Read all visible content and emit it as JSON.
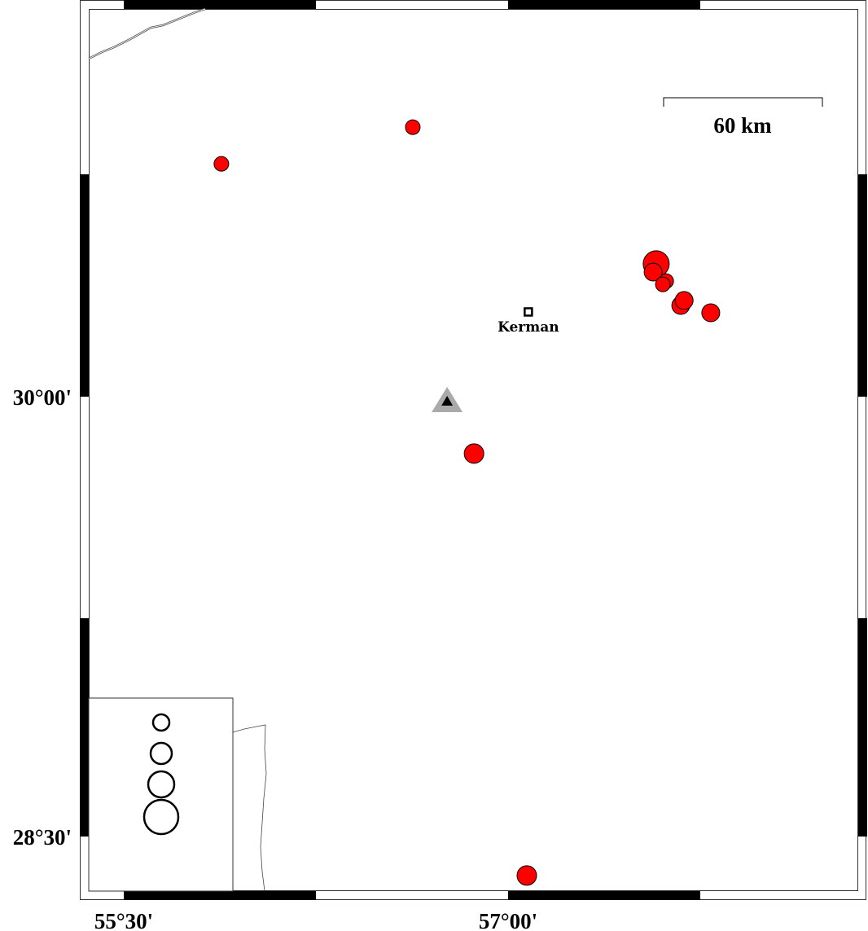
{
  "map": {
    "lon_range": [
      55.33,
      58.33
    ],
    "lat_range": [
      28.36,
      31.38
    ],
    "x_ticks": [
      {
        "lon": 55.5,
        "label": "55°30'"
      },
      {
        "lon": 57.0,
        "label": "57°00'"
      }
    ],
    "y_ticks": [
      {
        "lat": 30.0,
        "label": "30°00'"
      },
      {
        "lat": 28.5,
        "label": "28°30'"
      }
    ],
    "scale_bar": {
      "label": "60 km",
      "km": 60
    },
    "city": {
      "name": "Kerman",
      "lon": 57.079,
      "lat": 30.289
    },
    "station": {
      "lon": 56.762,
      "lat": 29.986
    },
    "event_color": "#ff0000",
    "events": [
      {
        "lon": 55.881,
        "lat": 30.794,
        "size": 1
      },
      {
        "lon": 56.628,
        "lat": 30.919,
        "size": 1
      },
      {
        "lon": 57.578,
        "lat": 30.453,
        "size": 4
      },
      {
        "lon": 57.566,
        "lat": 30.425,
        "size": 2
      },
      {
        "lon": 57.617,
        "lat": 30.394,
        "size": 1
      },
      {
        "lon": 57.604,
        "lat": 30.383,
        "size": 1
      },
      {
        "lon": 57.674,
        "lat": 30.311,
        "size": 2
      },
      {
        "lon": 57.687,
        "lat": 30.328,
        "size": 2
      },
      {
        "lon": 57.791,
        "lat": 30.286,
        "size": 2
      },
      {
        "lon": 56.867,
        "lat": 29.806,
        "size": 3
      },
      {
        "lon": 57.073,
        "lat": 28.367,
        "size": 3
      }
    ],
    "legend_sizes": [
      1,
      2,
      3,
      4
    ]
  }
}
